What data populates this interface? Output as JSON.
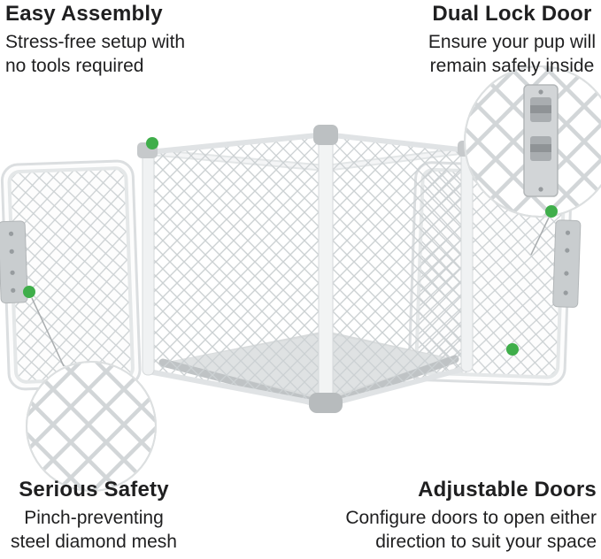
{
  "page": {
    "background": "#ffffff"
  },
  "colors": {
    "accent_green": "#3fae4a",
    "mesh_line": "#ccd1d3",
    "frame_gray": "#e0e3e5",
    "connector_gray": "#bcc0c2",
    "text": "#1f1f20"
  },
  "features": {
    "easy_assembly": {
      "title": "Easy Assembly",
      "description_line1": "Stress-free setup with",
      "description_line2": "no tools required"
    },
    "dual_lock_door": {
      "title": "Dual Lock Door",
      "description_line1": "Ensure your pup will",
      "description_line2": "remain safely inside"
    },
    "serious_safety": {
      "title": "Serious Safety",
      "description_line1": "Pinch-preventing",
      "description_line2": "steel diamond mesh"
    },
    "adjustable_doors": {
      "title": "Adjustable Doors",
      "description_line1": "Configure doors to open either",
      "description_line2": "direction to suit your space"
    }
  }
}
